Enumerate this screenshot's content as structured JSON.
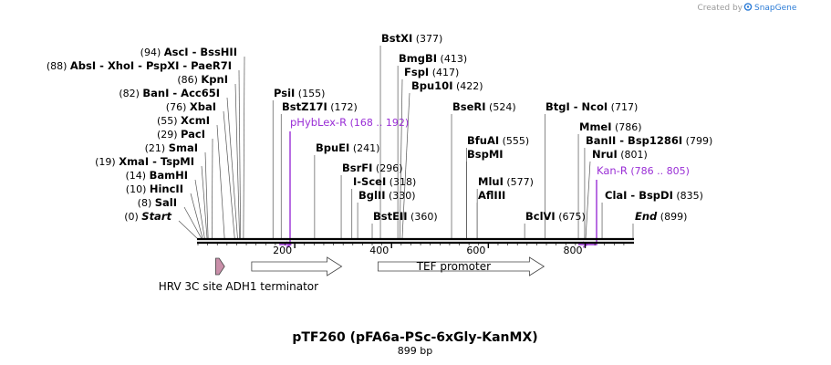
{
  "credit": "Created by",
  "brand": "SnapGene",
  "title": "pTF260 (pFA6a-PSc-6xGly-KanMX)",
  "length_label": "899 bp",
  "length": 899,
  "ticks": [
    "200",
    "400",
    "600",
    "800"
  ],
  "sites": [
    {
      "name": "Start",
      "pos": "(0)",
      "p": 0
    },
    {
      "name": "SalI",
      "pos": "(8)",
      "p": 8
    },
    {
      "name": "HincII",
      "pos": "(10)",
      "p": 10
    },
    {
      "name": "BamHI",
      "pos": "(14)",
      "p": 14
    },
    {
      "name": "XmaI - TspMI",
      "pos": "(19)",
      "p": 19
    },
    {
      "name": "SmaI",
      "pos": "(21)",
      "p": 21
    },
    {
      "name": "PacI",
      "pos": "(29)",
      "p": 29
    },
    {
      "name": "XcmI",
      "pos": "(55)",
      "p": 55
    },
    {
      "name": "XbaI",
      "pos": "(76)",
      "p": 76
    },
    {
      "name": "BanI - Acc65I",
      "pos": "(82)",
      "p": 82
    },
    {
      "name": "KpnI",
      "pos": "(86)",
      "p": 86
    },
    {
      "name": "AbsI - XhoI - PspXI - PaeR7I",
      "pos": "(88)",
      "p": 88
    },
    {
      "name": "AscI - BssHII",
      "pos": "(94)",
      "p": 94
    },
    {
      "name": "PsiI",
      "pos": "(155)",
      "p": 155
    },
    {
      "name": "BstZ17I",
      "pos": "(172)",
      "p": 172
    },
    {
      "name": "BpuEI",
      "pos": "(241)",
      "p": 241
    },
    {
      "name": "BsrFI",
      "pos": "(296)",
      "p": 296
    },
    {
      "name": "I-SceI",
      "pos": "(318)",
      "p": 318
    },
    {
      "name": "BglII",
      "pos": "(330)",
      "p": 330
    },
    {
      "name": "BstEII",
      "pos": "(360)",
      "p": 360
    },
    {
      "name": "BstXI",
      "pos": "(377)",
      "p": 377
    },
    {
      "name": "BmgBI",
      "pos": "(413)",
      "p": 413
    },
    {
      "name": "FspI",
      "pos": "(417)",
      "p": 417
    },
    {
      "name": "Bpu10I",
      "pos": "(422)",
      "p": 422
    },
    {
      "name": "BseRI",
      "pos": "(524)",
      "p": 524
    },
    {
      "name": "BfuAI",
      "pos": "(555)",
      "p": 555
    },
    {
      "name": "BspMI",
      "pos": "",
      "p": 555
    },
    {
      "name": "MluI",
      "pos": "(577)",
      "p": 577
    },
    {
      "name": "AflIII",
      "pos": "",
      "p": 577
    },
    {
      "name": "BclVI",
      "pos": "(675)",
      "p": 675
    },
    {
      "name": "BtgI - NcoI",
      "pos": "(717)",
      "p": 717
    },
    {
      "name": "MmeI",
      "pos": "(786)",
      "p": 786
    },
    {
      "name": "BanII - Bsp1286I",
      "pos": "(799)",
      "p": 799
    },
    {
      "name": "NruI",
      "pos": "(801)",
      "p": 801
    },
    {
      "name": "ClaI - BspDI",
      "pos": "(835)",
      "p": 835
    },
    {
      "name": "End",
      "pos": "(899)",
      "p": 899
    }
  ],
  "primers": [
    {
      "name": "pHybLex-R",
      "range": "(168 .. 192)",
      "start": 168,
      "end": 192
    },
    {
      "name": "Kan-R",
      "range": "(786 .. 805)",
      "start": 786,
      "end": 805
    }
  ],
  "features": [
    {
      "name": "HRV 3C site",
      "start": 31,
      "end": 55,
      "color": "#c98fa9"
    },
    {
      "name": "ADH1 terminator",
      "start": 111,
      "end": 297,
      "color": "#ffffff"
    },
    {
      "name": "TEF promoter",
      "start": 372,
      "end": 715,
      "color": "#ffffff"
    }
  ],
  "colors": {
    "primer": "#9a2fd6",
    "brand": "#2b7bd6",
    "backbone": "#000000"
  }
}
